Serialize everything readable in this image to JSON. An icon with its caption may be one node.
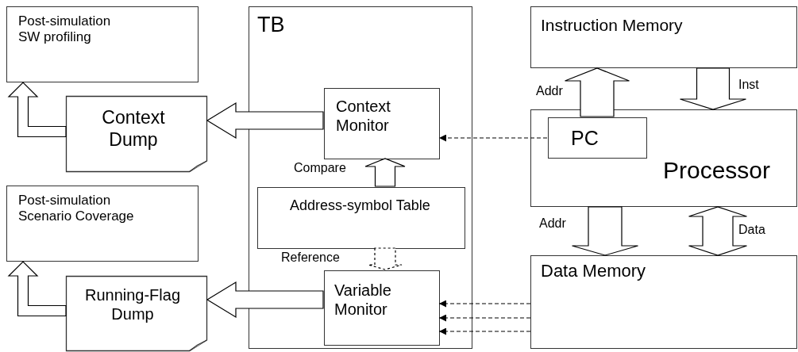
{
  "diagram": {
    "nodes": [
      {
        "text": [
          "Post-simulation SW profiling"
        ]
      },
      {
        "text": [
          "Context Dump"
        ]
      },
      {
        "text": [
          "Post-simulation Scenario Coverage"
        ]
      },
      {
        "text": [
          "Running-Flag Dump"
        ]
      },
      {
        "text": [
          "TB"
        ]
      },
      {
        "text": [
          "Context Monitor"
        ],
        "in": 4
      },
      {
        "text": [
          "Address-symbol Table"
        ],
        "in": 4
      },
      {
        "text": [
          "Variable Monitor"
        ],
        "in": 4
      },
      {
        "text": [
          "Instruction Memory"
        ]
      },
      {
        "text": [
          "Processor"
        ]
      },
      {
        "text": [
          "PC"
        ],
        "in": 9
      },
      {
        "text": [
          "Data Memory"
        ]
      }
    ],
    "edges": [
      {
        "from": 1,
        "to": 0,
        "arrow": "to"
      },
      {
        "from": 5,
        "to": 1,
        "arrow": "to"
      },
      {
        "from": 3,
        "to": 2,
        "arrow": "to"
      },
      {
        "from": 7,
        "to": 3,
        "arrow": "to"
      },
      {
        "from": 6,
        "to": 5,
        "arrow": "to",
        "label": "Compare"
      },
      {
        "from": 6,
        "to": 7,
        "arrow": "to",
        "label": "Reference",
        "style": "dashed"
      },
      {
        "from": 10,
        "to": 5,
        "arrow": "to",
        "style": "dashed"
      },
      {
        "from": 10,
        "to": 8,
        "arrow": "to",
        "label": "Addr"
      },
      {
        "from": 8,
        "to": 9,
        "arrow": "to",
        "label": "Inst"
      },
      {
        "from": 9,
        "to": 11,
        "arrow": "to",
        "label": "Addr"
      },
      {
        "from": 9,
        "to": 11,
        "arrow": "both",
        "label": "Data"
      },
      {
        "from": 11,
        "to": 7,
        "arrow": "to",
        "style": "dashed"
      },
      {
        "from": 11,
        "to": 7,
        "arrow": "to",
        "style": "dashed"
      },
      {
        "from": 11,
        "to": 7,
        "arrow": "to",
        "style": "dashed"
      }
    ]
  }
}
